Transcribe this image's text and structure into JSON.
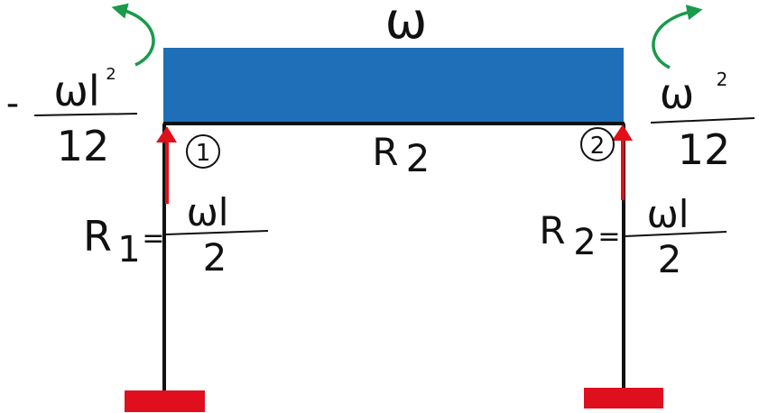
{
  "labels": {
    "load_symbol": "ω",
    "beam_label": "R",
    "beam_label_sub": "2",
    "node_left": "1",
    "node_right": "2",
    "moment_left_sign": "-",
    "moment_left_num": "ωl",
    "moment_left_exp": "2",
    "moment_left_den": "12",
    "moment_right_num": "ω",
    "moment_right_exp": "2",
    "moment_right_den": "12",
    "reaction_left_var": "R",
    "reaction_left_sub": "1",
    "reaction_left_eq": "=",
    "reaction_left_num": "ωl",
    "reaction_left_den": "2",
    "reaction_right_var": "R",
    "reaction_right_sub": "2",
    "reaction_right_eq": "=",
    "reaction_right_num": "ωl",
    "reaction_right_den": "2"
  },
  "colors": {
    "load_fill": "#1f6fb8",
    "frame": "#111111",
    "reaction_arrow": "#e0101a",
    "support": "#e00f1d",
    "moment_arrow": "#1a9a4a"
  }
}
